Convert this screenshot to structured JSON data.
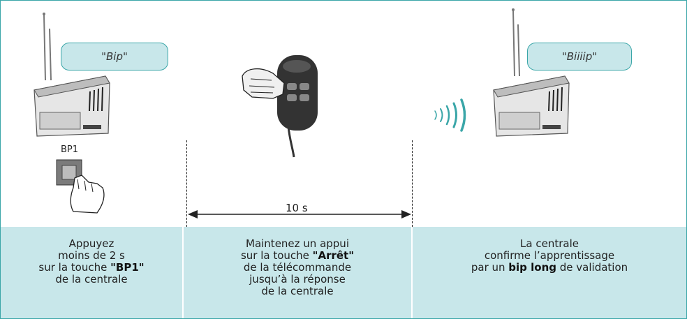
{
  "left": {
    "bubble": "\"Bip\"",
    "button_label": "BP1",
    "caption": {
      "line1": "Appuyez",
      "line2": "moins de 2 s",
      "line3_prefix": "sur la touche ",
      "line3_bold": "\"BP1\"",
      "line4": "de la centrale"
    }
  },
  "middle": {
    "duration": "10 s",
    "caption": {
      "line1": "Maintenez un appui",
      "line2_prefix": "sur la touche ",
      "line2_bold": "\"Arrêt\"",
      "line3": "de la télécommande",
      "line4": "jusqu’à la réponse",
      "line5": "de la centrale"
    }
  },
  "right": {
    "bubble": "\"Biiiip\"",
    "caption": {
      "line1": "La centrale",
      "line2": "confirme l’apprentissage",
      "line3_prefix": "par un ",
      "line3_bold": "bip long",
      "line3_suffix": " de validation"
    }
  },
  "colors": {
    "accent": "#3aa6a8",
    "panel": "#c8e7ea"
  }
}
